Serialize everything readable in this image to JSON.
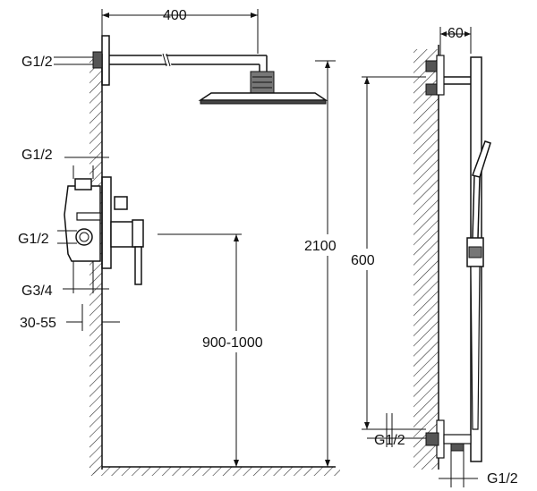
{
  "labels": {
    "arm_length": "400",
    "arm_thread": "G1/2",
    "mixer_upper_thread": "G1/2",
    "mixer_middle_thread": "G1/2",
    "mixer_lower_thread": "G3/4",
    "wall_depth": "30-55",
    "mixer_height": "900-1000",
    "total_height": "2100",
    "rail_offset": "60",
    "rail_height": "600",
    "rail_inlet_thread": "G1/2",
    "rail_outlet_thread": "G1/2"
  },
  "colors": {
    "line": "#111111",
    "background": "#ffffff"
  }
}
